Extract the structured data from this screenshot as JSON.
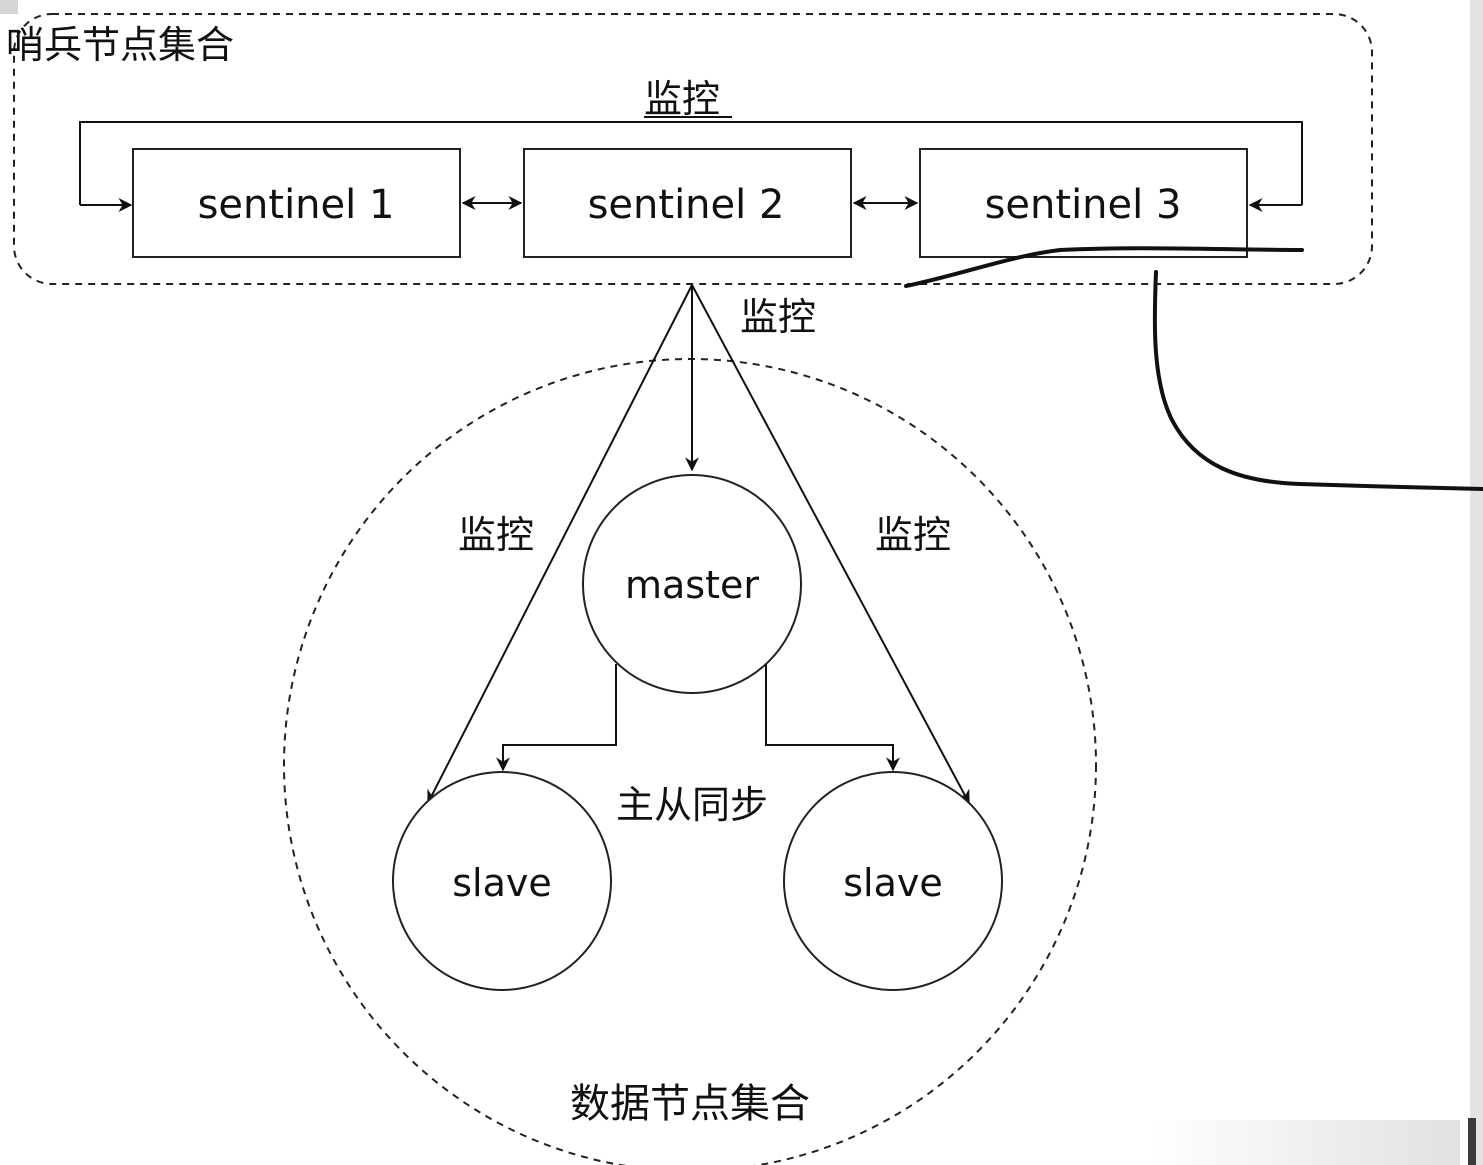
{
  "sentinel_group": {
    "label": "哨兵节点集合",
    "nodes": [
      "sentinel 1",
      "sentinel 2",
      "sentinel 3"
    ],
    "monitor_label": "监控"
  },
  "data_group": {
    "label": "数据节点集合",
    "master": "master",
    "slaves": [
      "slave",
      "slave"
    ],
    "sync_label": "主从同步"
  },
  "edge_labels": {
    "monitor_master": "监控",
    "monitor_left_slave": "监控",
    "monitor_right_slave": "监控"
  }
}
